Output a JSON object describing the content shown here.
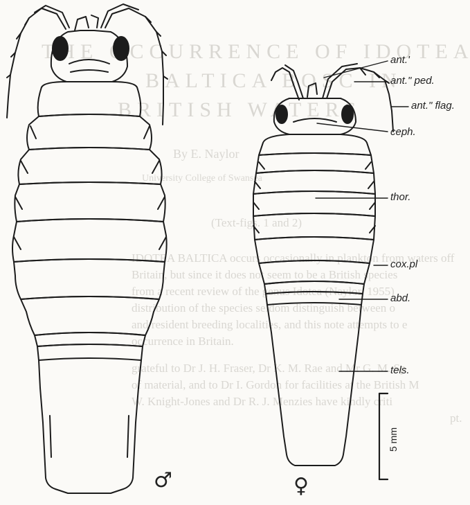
{
  "labels": {
    "ant1": "ant.'",
    "ant2_ped": "ant.\" ped.",
    "ant2_flag": "ant.\" flag.",
    "ceph": "ceph.",
    "thor": "thor.",
    "cox_pl": "cox.pl",
    "abd": "abd.",
    "tels": "tels."
  },
  "scale_bar": {
    "label": "5 mm"
  },
  "sex_symbols": {
    "male": "♂",
    "female": "♀"
  },
  "background_text": {
    "title_lines": [
      "THE OCCURRENCE OF IDOTEA",
      "BALTICA BOSC IN",
      "BRITISH WATERS"
    ],
    "author": "By E. Naylor",
    "affiliation": "University College of Swansea",
    "figs": "(Text-figs. 1 and 2)",
    "para1": [
      "IDOTEA BALTICA occurs occasionally in plankton from waters off",
      "Britain, but since it does not seem to be a British species",
      "from a recent review of the genus Idotea (Naylor, 1955)",
      "distribution of the species seldom distinguish between o",
      "and resident breeding localities, and this note attempts to e",
      "occurrence in Britain."
    ],
    "para2": [
      "grateful to Dr J. H. Fraser, Dr K. M. Rae and Mr G. M. Sp",
      "of material, and to Dr I. Gordon for facilities at the British M",
      "W. Knight-Jones and Dr R. J. Menzies have kindly criti",
      "pt."
    ]
  },
  "colors": {
    "ink": "#1c1c1c",
    "paper": "#fbfaf7",
    "bleed": "#d9d7d2"
  }
}
